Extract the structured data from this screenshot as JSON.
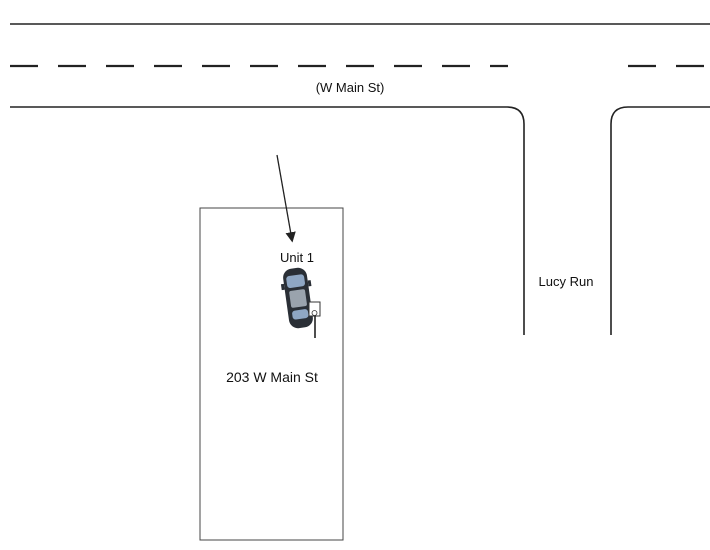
{
  "labels": {
    "street_main": "(W Main St)",
    "street_side": "Lucy Run",
    "vehicle": "Unit 1",
    "lot_address": "203 W Main St"
  },
  "colors": {
    "line": "#222222",
    "car_body": "#2a2f36",
    "car_glass": "#8fa7c4",
    "background": "#ffffff"
  },
  "icons": {
    "vehicle": "car-top-view-icon",
    "mailbox": "mailbox-icon"
  }
}
